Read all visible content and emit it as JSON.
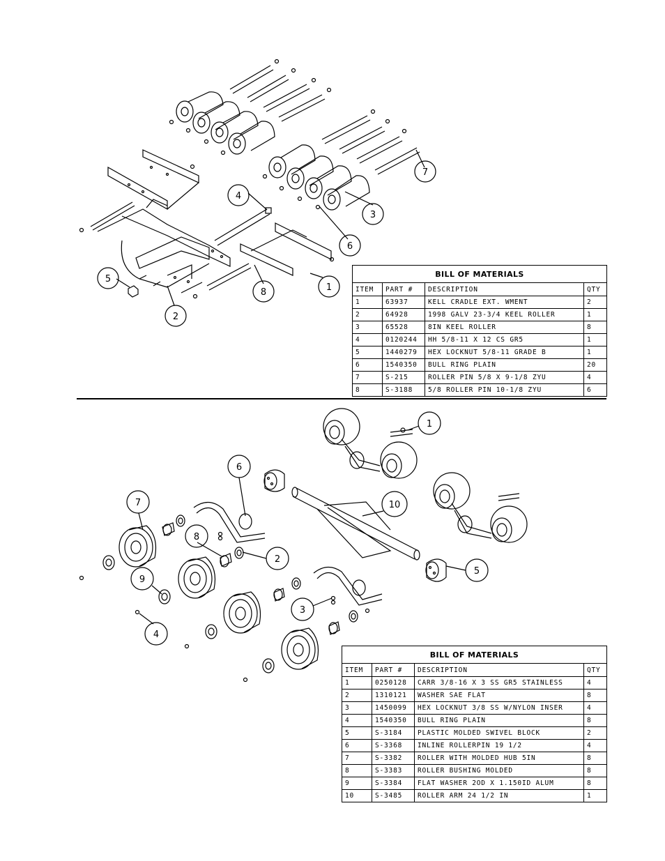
{
  "top_assembly": {
    "callouts": [
      "1",
      "2",
      "3",
      "4",
      "5",
      "6",
      "7",
      "8"
    ],
    "bom": {
      "title": "BILL OF MATERIALS",
      "columns": [
        "ITEM",
        "PART #",
        "DESCRIPTION",
        "QTY"
      ],
      "rows": [
        [
          "1",
          "63937",
          "KELL CRADLE EXT. WMENT",
          "2"
        ],
        [
          "2",
          "64928",
          "1998 GALV 23-3/4 KEEL ROLLER",
          "1"
        ],
        [
          "3",
          "65528",
          "8IN KEEL ROLLER",
          "8"
        ],
        [
          "4",
          "0120244",
          "HH 5/8-11 X 12 CS GR5",
          "1"
        ],
        [
          "5",
          "1440279",
          "HEX LOCKNUT 5/8-11 GRADE B",
          "1"
        ],
        [
          "6",
          "1540350",
          "BULL RING PLAIN",
          "20"
        ],
        [
          "7",
          "S-215",
          "ROLLER PIN 5/8 X 9-1/8 ZYU",
          "4"
        ],
        [
          "8",
          "S-3188",
          "5/8 ROLLER PIN 10-1/8 ZYU",
          "6"
        ]
      ]
    }
  },
  "bottom_assembly": {
    "callouts": [
      "1",
      "2",
      "3",
      "4",
      "5",
      "6",
      "7",
      "8",
      "9",
      "10"
    ],
    "bom": {
      "title": "BILL OF MATERIALS",
      "columns": [
        "ITEM",
        "PART #",
        "DESCRIPTION",
        "QTY"
      ],
      "rows": [
        [
          "1",
          "0250128",
          "CARR 3/8-16 X 3 SS GR5 STAINLESS",
          "4"
        ],
        [
          "2",
          "1310121",
          "WASHER SAE FLAT",
          "8"
        ],
        [
          "3",
          "1450099",
          "HEX LOCKNUT 3/8 SS W/NYLON INSER",
          "4"
        ],
        [
          "4",
          "1540350",
          "BULL RING PLAIN",
          "8"
        ],
        [
          "5",
          "S-3184",
          "PLASTIC MOLDED SWIVEL BLOCK",
          "2"
        ],
        [
          "6",
          "S-3368",
          "INLINE ROLLERPIN 19 1/2",
          "4"
        ],
        [
          "7",
          "S-3382",
          "ROLLER WITH MOLDED HUB  5IN",
          "8"
        ],
        [
          "8",
          "S-3383",
          "ROLLER BUSHING MOLDED",
          "8"
        ],
        [
          "9",
          "S-3384",
          "FLAT WASHER  2OD X 1.150ID  ALUM",
          "8"
        ],
        [
          "10",
          "S-3485",
          "ROLLER ARM   24 1/2 IN",
          "1"
        ]
      ]
    }
  }
}
